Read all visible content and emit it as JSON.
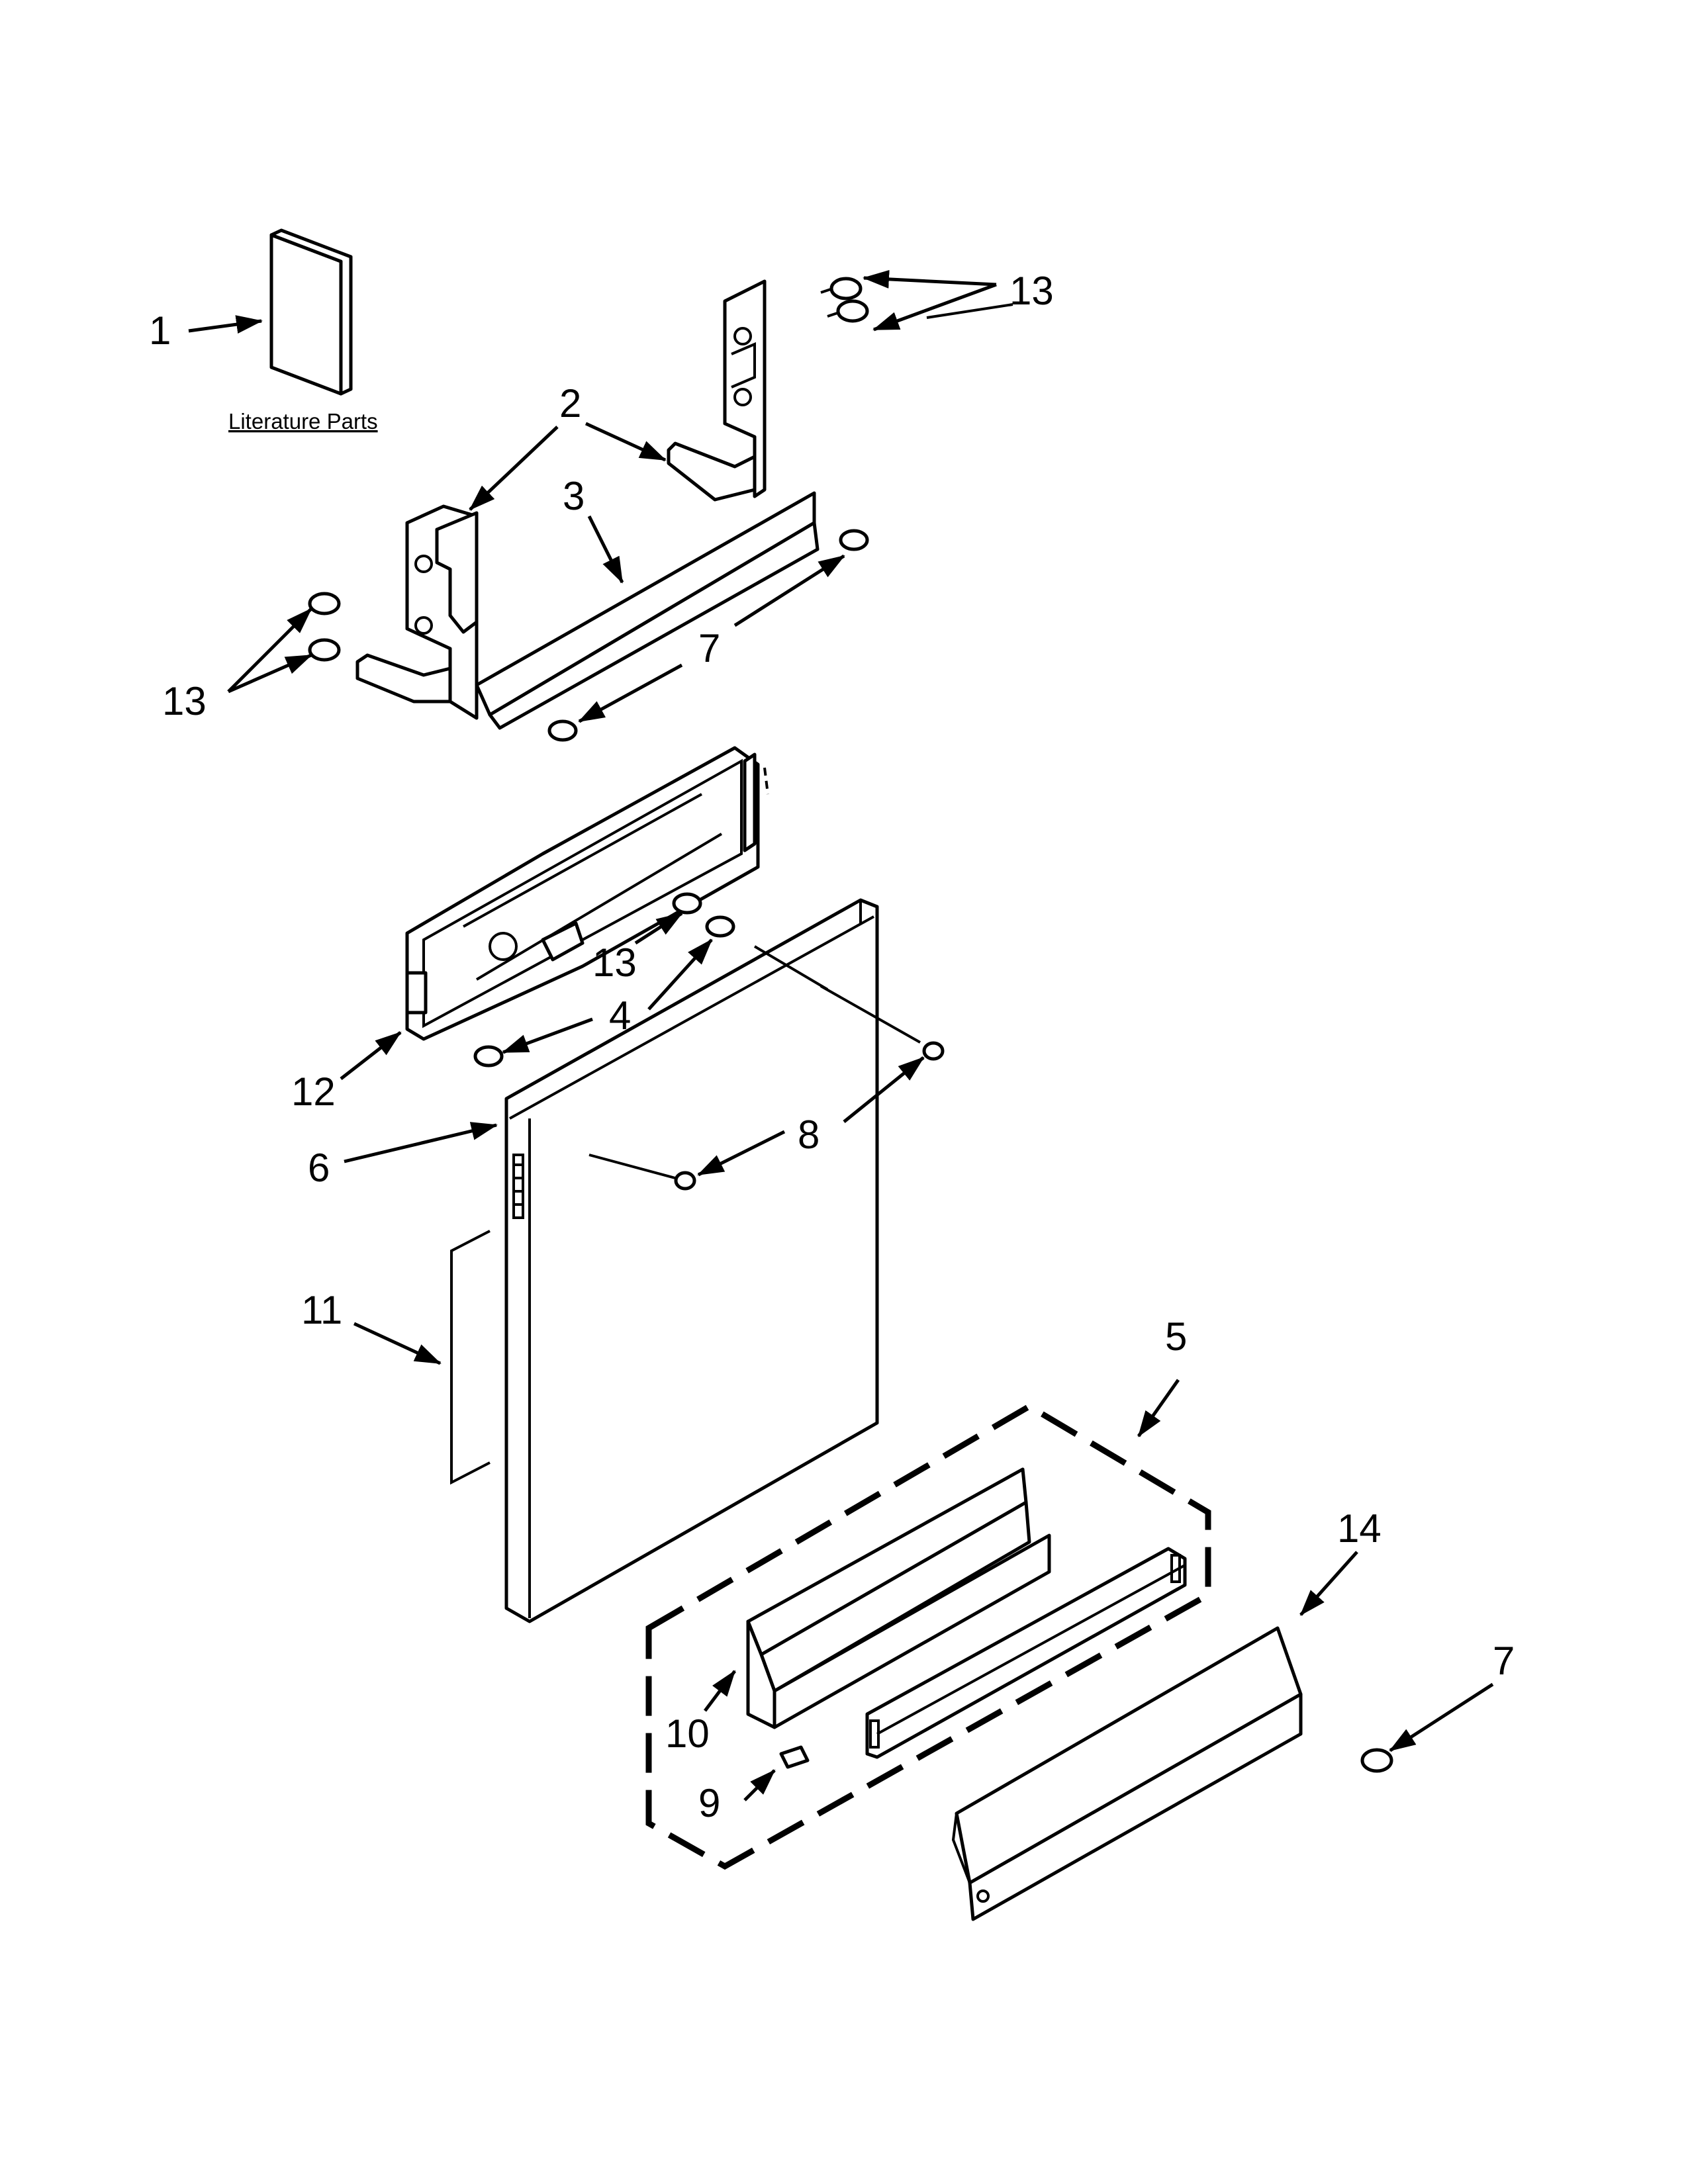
{
  "literature_label": "Literature Parts",
  "callouts": {
    "c1": "1",
    "c2": "2",
    "c3": "3",
    "c4": "4",
    "c5": "5",
    "c6": "6",
    "c7": "7",
    "c8": "8",
    "c9": "9",
    "c10": "10",
    "c11": "11",
    "c12": "12",
    "c13": "13",
    "c14": "14"
  },
  "colors": {
    "line": "#000000",
    "background": "#ffffff"
  }
}
